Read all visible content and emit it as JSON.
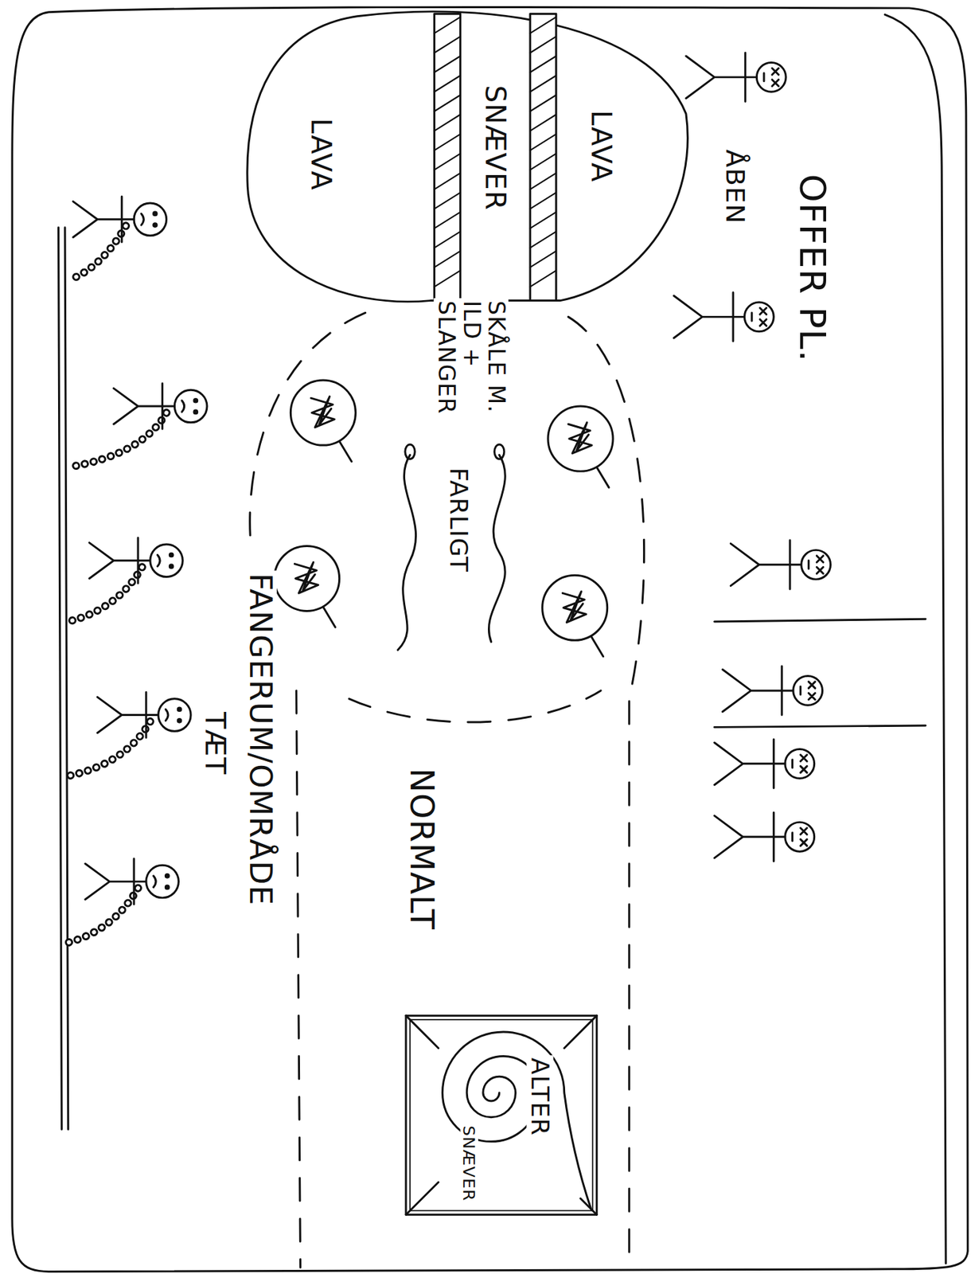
{
  "diagram": {
    "nodes": [
      {
        "text": [
          "LAVA",
          "LAVA"
        ]
      },
      {
        "text": [
          "SNÆVER"
        ],
        "in": 0
      },
      {
        "text": [
          "ALTER",
          "SNÆVER"
        ]
      }
    ],
    "labels": [
      "OFFER PL.",
      "ÅBEN",
      "SKÅLE M. ILD + SLANGER",
      "FARLIGT",
      "NORMALT",
      "FANGERUM/OMRÅDE",
      "TÆT"
    ]
  }
}
